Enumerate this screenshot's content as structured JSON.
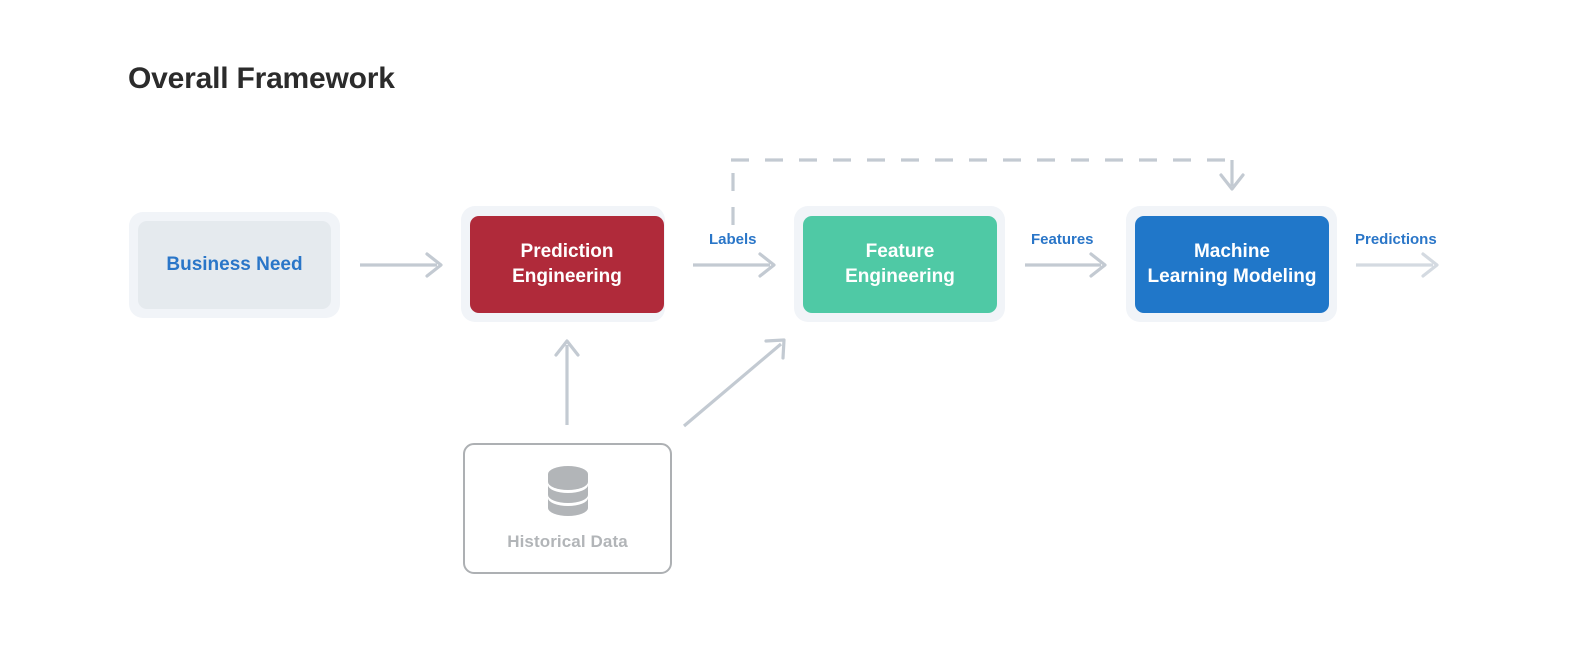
{
  "page": {
    "title": "Overall Framework",
    "background": "#ffffff"
  },
  "colors": {
    "title_text": "#2b2b2b",
    "accent_blue_text": "#2a76c8",
    "halo": "#f1f4f8",
    "muted_box": "#e5eaee",
    "red_box": "#b02a3a",
    "green_box": "#4fc9a5",
    "blue_box": "#2077c9",
    "arrow": "#c3cad2",
    "card_border": "#adb0b3",
    "card_icon": "#b2b5b8"
  },
  "stages": [
    {
      "id": "business-need",
      "line1": "Business Need",
      "line2": "",
      "style": "muted"
    },
    {
      "id": "prediction-engineering",
      "line1": "Prediction",
      "line2": "Engineering",
      "style": "red"
    },
    {
      "id": "feature-engineering",
      "line1": "Feature",
      "line2": "Engineering",
      "style": "green"
    },
    {
      "id": "machine-learning-modeling",
      "line1": "Machine",
      "line2": "Learning Modeling",
      "style": "blue"
    }
  ],
  "data_source": {
    "label": "Historical Data",
    "icon": "database-icon"
  },
  "edge_labels": [
    {
      "id": "labels",
      "text": "Labels"
    },
    {
      "id": "features",
      "text": "Features"
    },
    {
      "id": "predictions",
      "text": "Predictions"
    }
  ],
  "connectors": [
    {
      "id": "business-need-to-prediction-engineering",
      "kind": "solid-arrow",
      "direction": "right"
    },
    {
      "id": "prediction-engineering-to-feature-engineering",
      "kind": "solid-arrow",
      "direction": "right"
    },
    {
      "id": "feature-engineering-to-machine-learning-modeling",
      "kind": "solid-arrow",
      "direction": "right"
    },
    {
      "id": "machine-learning-modeling-to-predictions",
      "kind": "solid-arrow",
      "direction": "right"
    },
    {
      "id": "historical-data-to-prediction-engineering",
      "kind": "solid-arrow",
      "direction": "up"
    },
    {
      "id": "historical-data-to-feature-engineering",
      "kind": "solid-arrow",
      "direction": "up-right"
    },
    {
      "id": "labels-feedback-to-machine-learning-modeling",
      "kind": "dashed-arrow",
      "direction": "down"
    }
  ]
}
